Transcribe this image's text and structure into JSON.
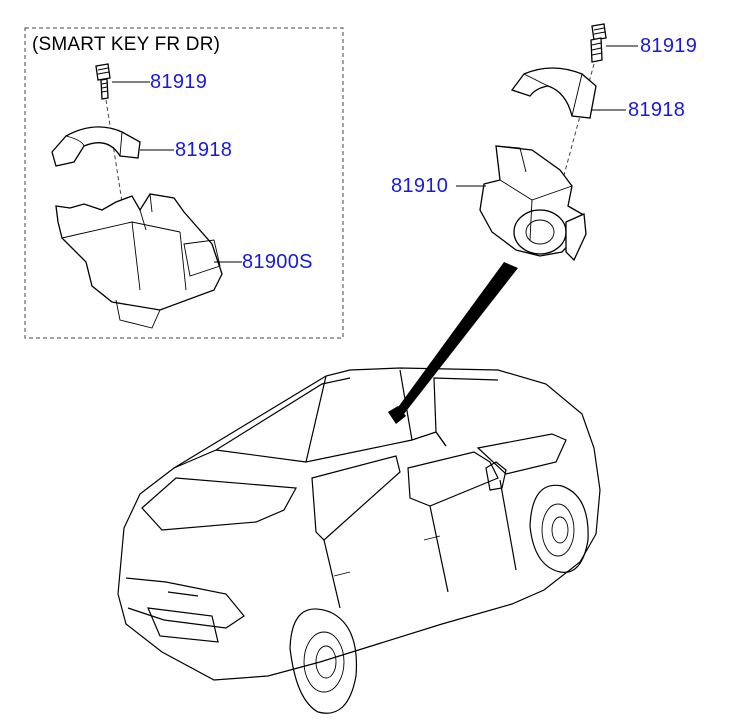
{
  "inset": {
    "title": "(SMART KEY FR DR)"
  },
  "labels": {
    "inset_bolt": "81919",
    "inset_cover": "81918",
    "inset_module": "81900S",
    "main_bolt": "81919",
    "main_cover": "81918",
    "main_lock": "81910"
  },
  "colors": {
    "label_blue": "#1a1ad6",
    "line": "#000000"
  }
}
